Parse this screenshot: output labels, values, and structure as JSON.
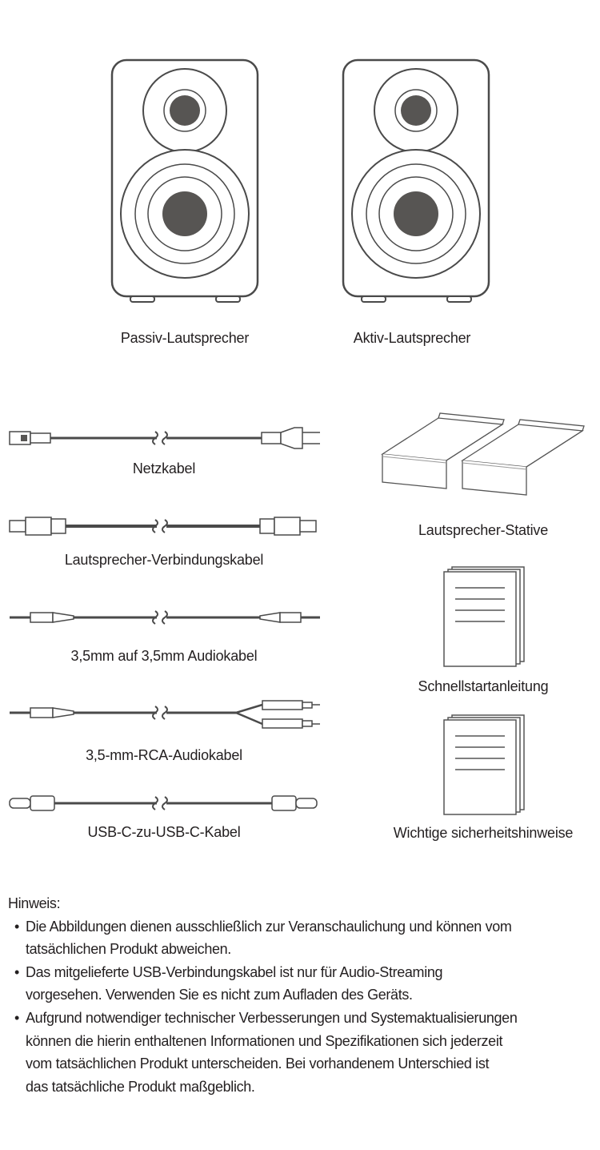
{
  "speakers": [
    {
      "label": "Passiv-Lautsprecher"
    },
    {
      "label": "Aktiv-Lautsprecher"
    }
  ],
  "cables": [
    {
      "label": "Netzkabel"
    },
    {
      "label": "Lautsprecher-Verbindungskabel"
    },
    {
      "label": "3,5mm auf 3,5mm Audiokabel"
    },
    {
      "label": "3,5-mm-RCA-Audiokabel"
    },
    {
      "label": "USB-C-zu-USB-C-Kabel"
    }
  ],
  "accessories": [
    {
      "label": "Lautsprecher-Stative"
    },
    {
      "label": "Schnellstartanleitung"
    },
    {
      "label": "Wichtige sicherheitshinweise"
    }
  ],
  "note": {
    "title": "Hinweis:",
    "bullet_char": "•",
    "bullets": [
      [
        "Die Abbildungen dienen ausschließlich zur Veranschaulichung und können vom",
        "tatsächlichen Produkt abweichen."
      ],
      [
        "Das mitgelieferte USB-Verbindungskabel ist nur für Audio-Streaming",
        "vorgesehen. Verwenden Sie es nicht zum Aufladen des Geräts."
      ],
      [
        "Aufgrund notwendiger technischer Verbesserungen und Systemaktualisierungen",
        "können die hierin enthaltenen Informationen und Spezifikationen sich jederzeit",
        "vom tatsächlichen Produkt unterscheiden. Bei vorhandenem Unterschied ist",
        "das tatsächliche Produkt maßgeblich."
      ]
    ]
  },
  "colors": {
    "line": "#4a4a4a",
    "fill": "#575553",
    "text": "#231f20"
  }
}
